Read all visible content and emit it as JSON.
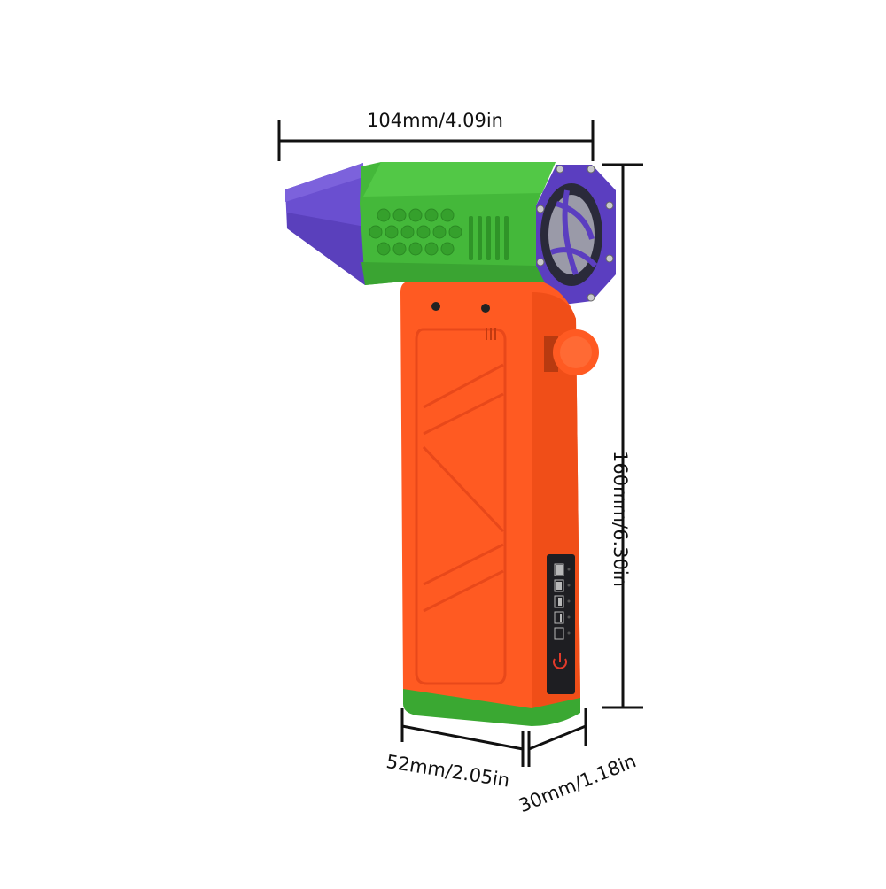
{
  "product": {
    "name": "handheld-jet-blower",
    "colors": {
      "nozzle": "#6a4fd0",
      "motor_housing": "#44b83a",
      "fan_cover": "#5b3ec0",
      "handle": "#ff5a22",
      "base_band": "#3aa832",
      "display_panel": "#1e1e22",
      "power_icon": "#e23a2a",
      "dimension_lines": "#111111"
    }
  },
  "dimensions": {
    "width": "104mm/4.09in",
    "height": "160mm/6.30in",
    "base_width": "52mm/2.05in",
    "depth": "30mm/1.18in"
  },
  "display_panel": {
    "battery_levels": 5,
    "power_icon": "power-icon"
  }
}
